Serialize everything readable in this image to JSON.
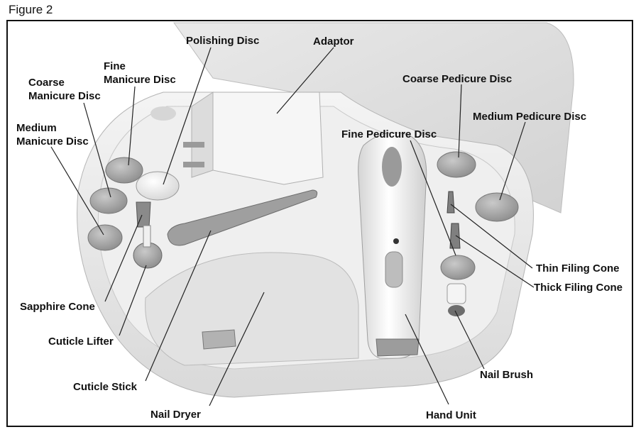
{
  "figure": {
    "title": "Figure 2"
  },
  "labels": {
    "polishing_disc": "Polishing Disc",
    "adaptor": "Adaptor",
    "fine_manicure_disc": [
      "Fine",
      "Manicure Disc"
    ],
    "coarse_manicure_disc": [
      "Coarse",
      "Manicure Disc"
    ],
    "medium_manicure_disc": [
      "Medium",
      "Manicure Disc"
    ],
    "coarse_pedicure_disc": "Coarse Pedicure Disc",
    "medium_pedicure_disc": "Medium Pedicure Disc",
    "fine_pedicure_disc": "Fine Pedicure Disc",
    "thin_filing_cone": "Thin Filing Cone",
    "thick_filing_cone": "Thick Filing Cone",
    "sapphire_cone": "Sapphire Cone",
    "cuticle_lifter": "Cuticle Lifter",
    "cuticle_stick": "Cuticle Stick",
    "nail_dryer": "Nail Dryer",
    "nail_brush": "Nail Brush",
    "hand_unit": "Hand Unit"
  }
}
